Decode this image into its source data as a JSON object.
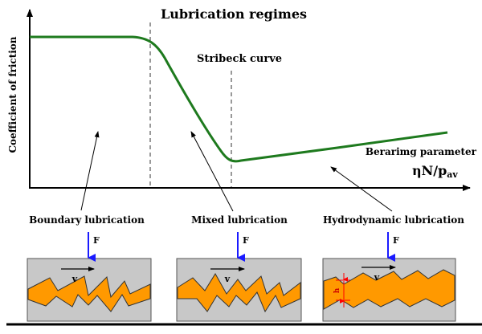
{
  "title": "Lubrication regimes",
  "curve_label": "Stribeck curve",
  "y_axis_label": "Coefficient of friction",
  "x_axis_label": "Berarimg parameter",
  "x_axis_formula": {
    "main": "ηN/p",
    "subscript": "av"
  },
  "regimes": [
    {
      "label": "Boundary lubrication",
      "force_label": "F",
      "velocity_label": "v"
    },
    {
      "label": "Mixed lubrication",
      "force_label": "F",
      "velocity_label": "v"
    },
    {
      "label": "Hydrodynamic lubrication",
      "force_label": "F",
      "velocity_label": "v",
      "gap_label": "h"
    }
  ],
  "colors": {
    "curve": "#1e7a1e",
    "lubricant": "#ff9900",
    "block": "#c8c8c8",
    "force_arrow": "#1a1aff",
    "gap_marker": "#ff0000",
    "axis": "#000000"
  }
}
